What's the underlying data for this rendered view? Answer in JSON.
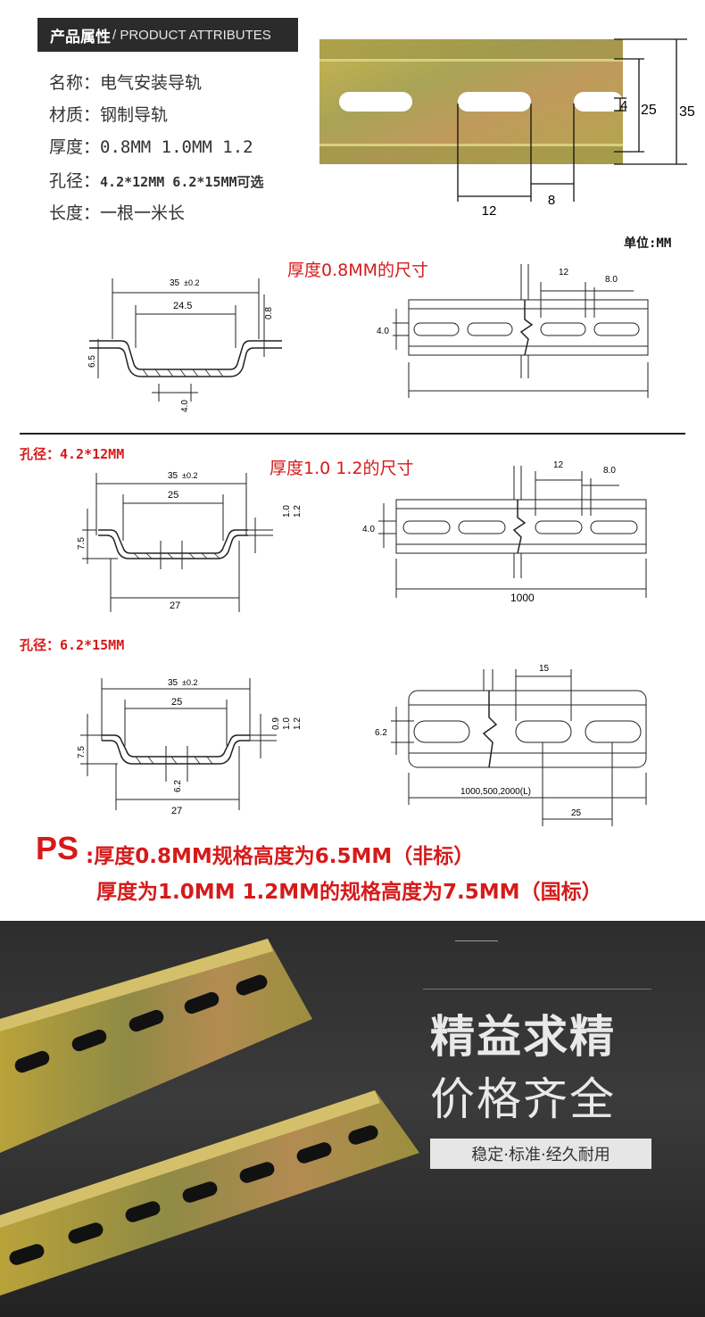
{
  "header": {
    "title_zh": "产品属性",
    "title_en": "/ PRODUCT ATTRIBUTES"
  },
  "specs": [
    {
      "label": "名称：",
      "value": "电气安装导轨"
    },
    {
      "label": "材质：",
      "value": "钢制导轨"
    },
    {
      "label": "厚度：",
      "value": "0.8MM 1.0MM 1.2"
    },
    {
      "label": "孔径：",
      "value": "4.2*12MM 6.2*15MM可选"
    },
    {
      "label": "长度：",
      "value": "一根一米长"
    }
  ],
  "photo_dims": {
    "slot_len": "12",
    "pitch": "8",
    "slot_w": "4",
    "inner_h": "25",
    "total_h": "35"
  },
  "unit_label": "单位:MM",
  "drawing1": {
    "title": "厚度0.8MM的尺寸",
    "width": "35",
    "tol": "±0.2",
    "inner": "24.5",
    "thick": "0.8",
    "height": "6.5",
    "hole": "4.0",
    "slot_len": "12",
    "pitch": "8.0",
    "slot_h": "4.0"
  },
  "drawing2": {
    "hole_label": "孔径：4.2*12MM",
    "title": "厚度1.0 1.2的尺寸",
    "width": "35",
    "tol": "±0.2",
    "inner": "25",
    "thick_a": "1.0",
    "thick_b": "1.2",
    "height": "7.5",
    "base": "27",
    "slot_len": "12",
    "pitch": "8.0",
    "slot_h": "4.0",
    "length": "1000"
  },
  "drawing3": {
    "hole_label": "孔径：6.2*15MM",
    "width": "35",
    "tol": "±0.2",
    "inner": "25",
    "thick_a": "0.9",
    "thick_b": "1.0",
    "thick_c": "1.2",
    "height": "7.5",
    "hole": "6.2",
    "base": "27",
    "slot_len": "15",
    "slot_h": "6.2",
    "lengths": "1000,500,2000(L)",
    "pitch": "25"
  },
  "ps": {
    "mark": "PS",
    "line1": ":厚度0.8MM规格高度为6.5MM（非标）",
    "line2": "厚度为1.0MM 1.2MM的规格高度为7.5MM（国标）"
  },
  "banner": {
    "slogan1": "精益求精",
    "slogan2": "价格齐全",
    "tagline": "稳定·标准·经久耐用"
  },
  "colors": {
    "accent_red": "#d61a1a",
    "header_bg": "#2b2b2b",
    "banner_bg": "#2d2d2d"
  }
}
